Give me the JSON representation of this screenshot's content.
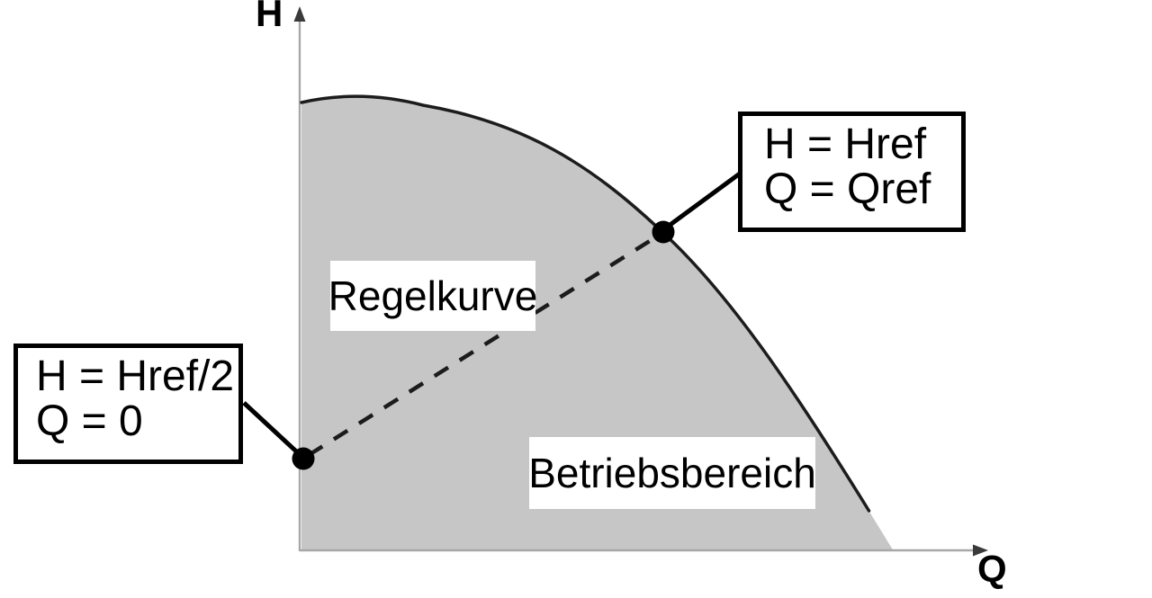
{
  "diagram": {
    "y_axis_label": "H",
    "x_axis_label": "Q",
    "curve_label": "Regelkurve",
    "region_label": "Betriebsbereich",
    "callout_ref": {
      "line1": "H = Href",
      "line2": "Q = Qref"
    },
    "callout_zero": {
      "line1": "H = Href/2",
      "line2": "Q = 0"
    },
    "colors": {
      "region_fill": "#c6c6c6",
      "curve_stroke": "#1c1c1c",
      "axis_stroke": "#a8a8a8",
      "arrow_fill": "#3a3a3a",
      "ink": "#000000",
      "bg": "#ffffff"
    }
  }
}
